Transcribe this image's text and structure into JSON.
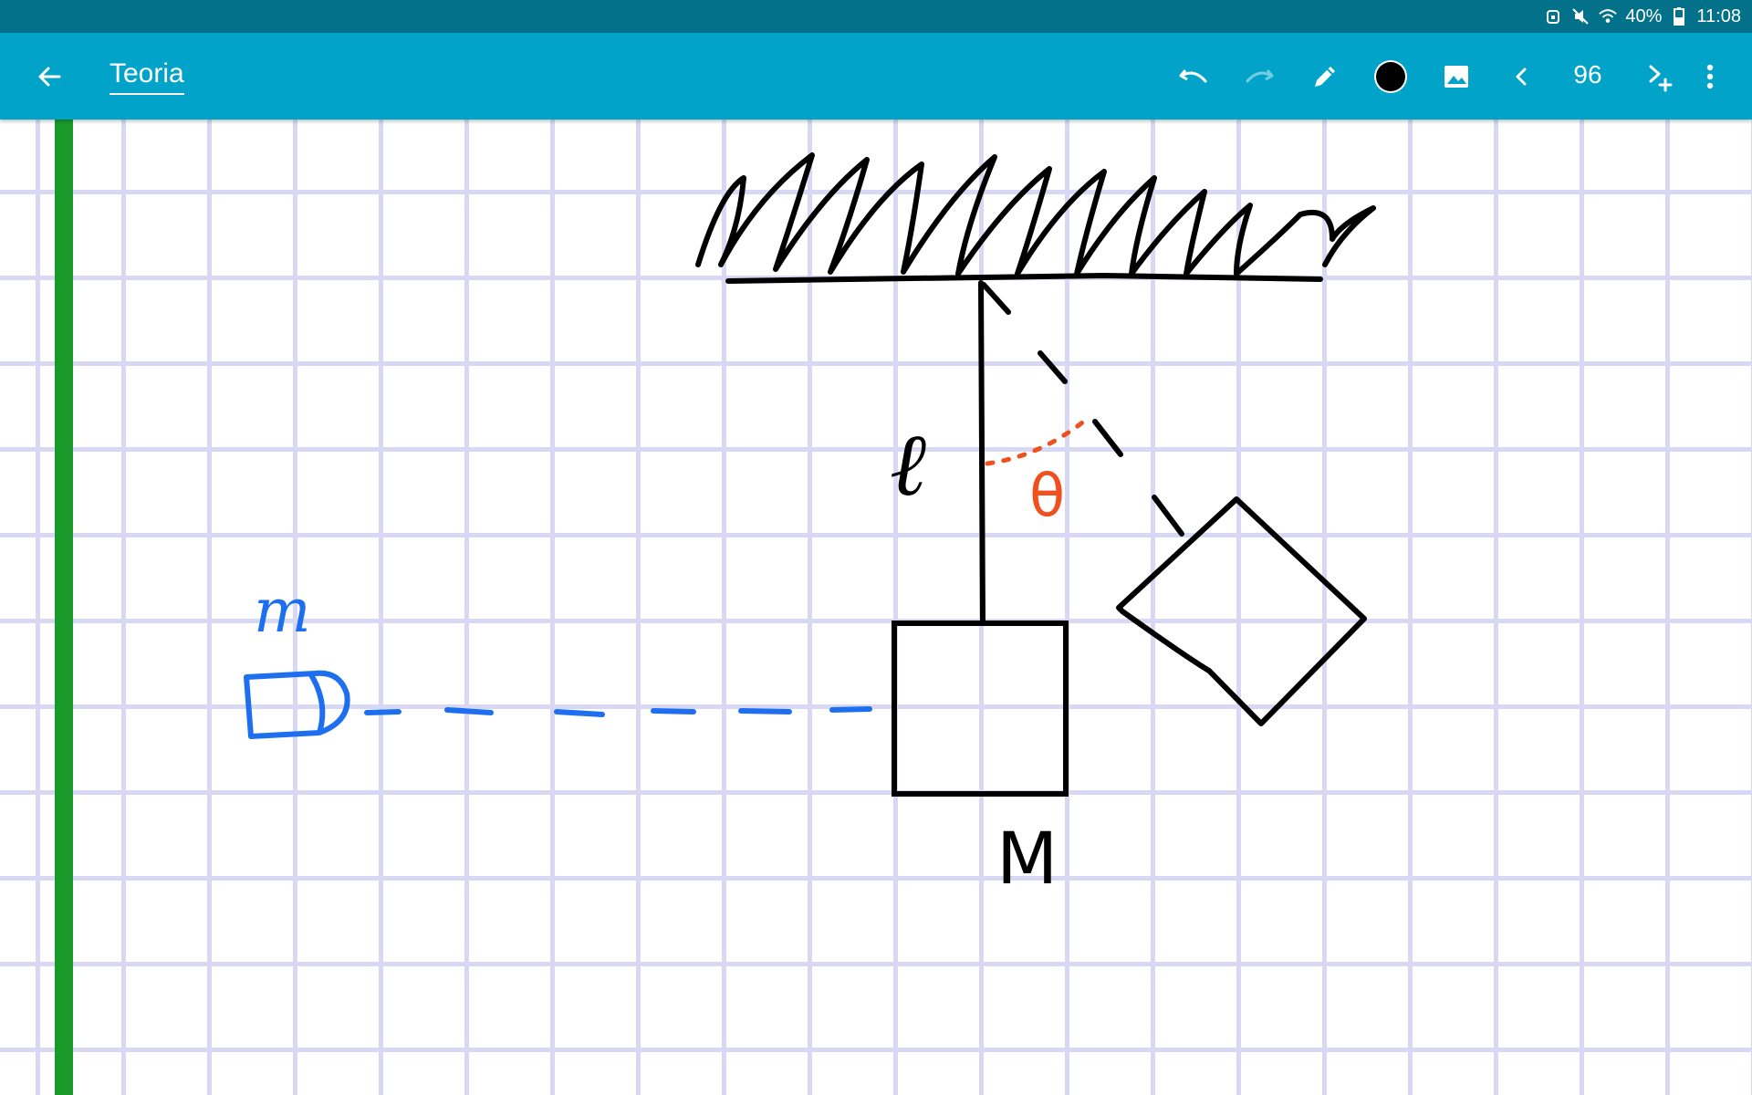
{
  "status_bar": {
    "battery": "40%",
    "time": "11:08"
  },
  "toolbar": {
    "title": "Teoria",
    "page_number": "96",
    "pen_color": "#000000"
  },
  "drawing": {
    "labels": {
      "length": "ℓ",
      "angle": "θ",
      "big_mass": "M",
      "small_mass": "m"
    },
    "colors": {
      "ink": "#000000",
      "blue": "#1e6ff0",
      "orange": "#f0501e"
    }
  },
  "icons": [
    "back-arrow-icon",
    "undo-icon",
    "redo-icon",
    "pen-icon",
    "color-circle-icon",
    "image-icon",
    "prev-page-icon",
    "next-page-add-icon",
    "more-vert-icon"
  ]
}
